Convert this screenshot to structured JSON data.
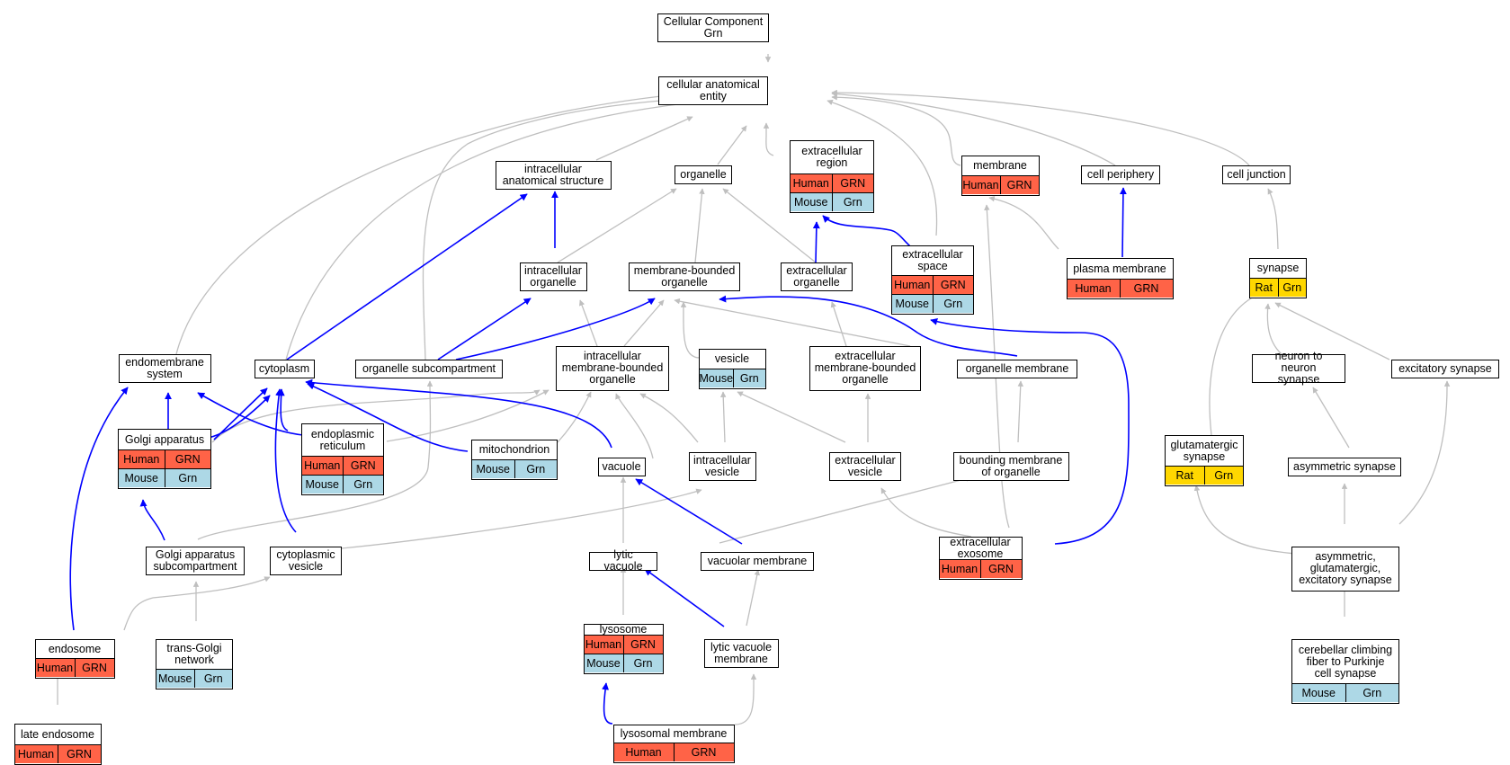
{
  "colors": {
    "human": "#FF6347",
    "mouse": "#ADD8E6",
    "rat": "#FFD700",
    "edge_gray": "#BFBFBF",
    "edge_blue": "#0000FF"
  },
  "nodes": [
    {
      "id": "root",
      "label": "Cellular Component\nGrn",
      "rows": []
    },
    {
      "id": "cae",
      "label": "cellular anatomical\nentity",
      "rows": []
    },
    {
      "id": "ias",
      "label": "intracellular\nanatomical structure",
      "rows": []
    },
    {
      "id": "organelle",
      "label": "organelle",
      "rows": []
    },
    {
      "id": "ecr",
      "label": "extracellular\nregion",
      "rows": [
        [
          {
            "t": "Human",
            "c": "human"
          },
          {
            "t": "GRN",
            "c": "human"
          }
        ],
        [
          {
            "t": "Mouse",
            "c": "mouse"
          },
          {
            "t": "Grn",
            "c": "mouse"
          }
        ]
      ]
    },
    {
      "id": "membrane",
      "label": "membrane",
      "rows": [
        [
          {
            "t": "Human",
            "c": "human"
          },
          {
            "t": "GRN",
            "c": "human"
          }
        ]
      ]
    },
    {
      "id": "cellperiph",
      "label": "cell periphery",
      "rows": []
    },
    {
      "id": "celljunc",
      "label": "cell junction",
      "rows": []
    },
    {
      "id": "io",
      "label": "intracellular\norganelle",
      "rows": []
    },
    {
      "id": "mbo",
      "label": "membrane-bounded\norganelle",
      "rows": []
    },
    {
      "id": "eco",
      "label": "extracellular\norganelle",
      "rows": []
    },
    {
      "id": "ecs",
      "label": "extracellular\nspace",
      "rows": [
        [
          {
            "t": "Human",
            "c": "human"
          },
          {
            "t": "GRN",
            "c": "human"
          }
        ],
        [
          {
            "t": "Mouse",
            "c": "mouse"
          },
          {
            "t": "Grn",
            "c": "mouse"
          }
        ]
      ]
    },
    {
      "id": "pm",
      "label": "plasma membrane",
      "rows": [
        [
          {
            "t": "Human",
            "c": "human"
          },
          {
            "t": "GRN",
            "c": "human"
          }
        ]
      ]
    },
    {
      "id": "synapse",
      "label": "synapse",
      "rows": [
        [
          {
            "t": "Rat",
            "c": "rat"
          },
          {
            "t": "Grn",
            "c": "rat"
          }
        ]
      ]
    },
    {
      "id": "endosys",
      "label": "endomembrane\nsystem",
      "rows": []
    },
    {
      "id": "cytoplasm",
      "label": "cytoplasm",
      "rows": []
    },
    {
      "id": "osub",
      "label": "organelle subcompartment",
      "rows": []
    },
    {
      "id": "imbo",
      "label": "intracellular\nmembrane-bounded\norganelle",
      "rows": []
    },
    {
      "id": "vesicle",
      "label": "vesicle",
      "rows": [
        [
          {
            "t": "Mouse",
            "c": "mouse"
          },
          {
            "t": "Grn",
            "c": "mouse"
          }
        ]
      ]
    },
    {
      "id": "ecmbo",
      "label": "extracellular\nmembrane-bounded\norganelle",
      "rows": []
    },
    {
      "id": "orgmem",
      "label": "organelle membrane",
      "rows": []
    },
    {
      "id": "n2n",
      "label": "neuron to neuron\nsynapse",
      "rows": []
    },
    {
      "id": "excsyn",
      "label": "excitatory synapse",
      "rows": []
    },
    {
      "id": "golgi",
      "label": "Golgi apparatus",
      "rows": [
        [
          {
            "t": "Human",
            "c": "human"
          },
          {
            "t": "GRN",
            "c": "human"
          }
        ],
        [
          {
            "t": "Mouse",
            "c": "mouse"
          },
          {
            "t": "Grn",
            "c": "mouse"
          }
        ]
      ]
    },
    {
      "id": "er",
      "label": "endoplasmic\nreticulum",
      "rows": [
        [
          {
            "t": "Human",
            "c": "human"
          },
          {
            "t": "GRN",
            "c": "human"
          }
        ],
        [
          {
            "t": "Mouse",
            "c": "mouse"
          },
          {
            "t": "Grn",
            "c": "mouse"
          }
        ]
      ]
    },
    {
      "id": "mito",
      "label": "mitochondrion",
      "rows": [
        [
          {
            "t": "Mouse",
            "c": "mouse"
          },
          {
            "t": "Grn",
            "c": "mouse"
          }
        ]
      ]
    },
    {
      "id": "vacuole",
      "label": "vacuole",
      "rows": []
    },
    {
      "id": "icv",
      "label": "intracellular\nvesicle",
      "rows": []
    },
    {
      "id": "ecv",
      "label": "extracellular\nvesicle",
      "rows": []
    },
    {
      "id": "bmo",
      "label": "bounding membrane\nof organelle",
      "rows": []
    },
    {
      "id": "glusyn",
      "label": "glutamatergic\nsynapse",
      "rows": [
        [
          {
            "t": "Rat",
            "c": "rat"
          },
          {
            "t": "Grn",
            "c": "rat"
          }
        ]
      ]
    },
    {
      "id": "asymsyn",
      "label": "asymmetric synapse",
      "rows": []
    },
    {
      "id": "golgisub",
      "label": "Golgi apparatus\nsubcompartment",
      "rows": []
    },
    {
      "id": "cytoves",
      "label": "cytoplasmic\nvesicle",
      "rows": []
    },
    {
      "id": "lytvac",
      "label": "lytic vacuole",
      "rows": []
    },
    {
      "id": "vacmem",
      "label": "vacuolar membrane",
      "rows": []
    },
    {
      "id": "exosome",
      "label": "extracellular\nexosome",
      "rows": [
        [
          {
            "t": "Human",
            "c": "human"
          },
          {
            "t": "GRN",
            "c": "human"
          }
        ]
      ]
    },
    {
      "id": "agesyn",
      "label": "asymmetric,\nglutamatergic,\nexcitatory synapse",
      "rows": []
    },
    {
      "id": "endosome",
      "label": "endosome",
      "rows": [
        [
          {
            "t": "Human",
            "c": "human"
          },
          {
            "t": "GRN",
            "c": "human"
          }
        ]
      ]
    },
    {
      "id": "tgn",
      "label": "trans-Golgi\nnetwork",
      "rows": [
        [
          {
            "t": "Mouse",
            "c": "mouse"
          },
          {
            "t": "Grn",
            "c": "mouse"
          }
        ]
      ]
    },
    {
      "id": "lysosome",
      "label": "lysosome",
      "rows": [
        [
          {
            "t": "Human",
            "c": "human"
          },
          {
            "t": "GRN",
            "c": "human"
          }
        ],
        [
          {
            "t": "Mouse",
            "c": "mouse"
          },
          {
            "t": "Grn",
            "c": "mouse"
          }
        ]
      ]
    },
    {
      "id": "lvm",
      "label": "lytic vacuole\nmembrane",
      "rows": []
    },
    {
      "id": "ccf",
      "label": "cerebellar climbing\nfiber to Purkinje\ncell synapse",
      "rows": [
        [
          {
            "t": "Mouse",
            "c": "mouse"
          },
          {
            "t": "Grn",
            "c": "mouse"
          }
        ]
      ]
    },
    {
      "id": "lateendo",
      "label": "late endosome",
      "rows": [
        [
          {
            "t": "Human",
            "c": "human"
          },
          {
            "t": "GRN",
            "c": "human"
          }
        ]
      ]
    },
    {
      "id": "lysmem",
      "label": "lysosomal membrane",
      "rows": [
        [
          {
            "t": "Human",
            "c": "human"
          },
          {
            "t": "GRN",
            "c": "human"
          }
        ]
      ]
    }
  ]
}
